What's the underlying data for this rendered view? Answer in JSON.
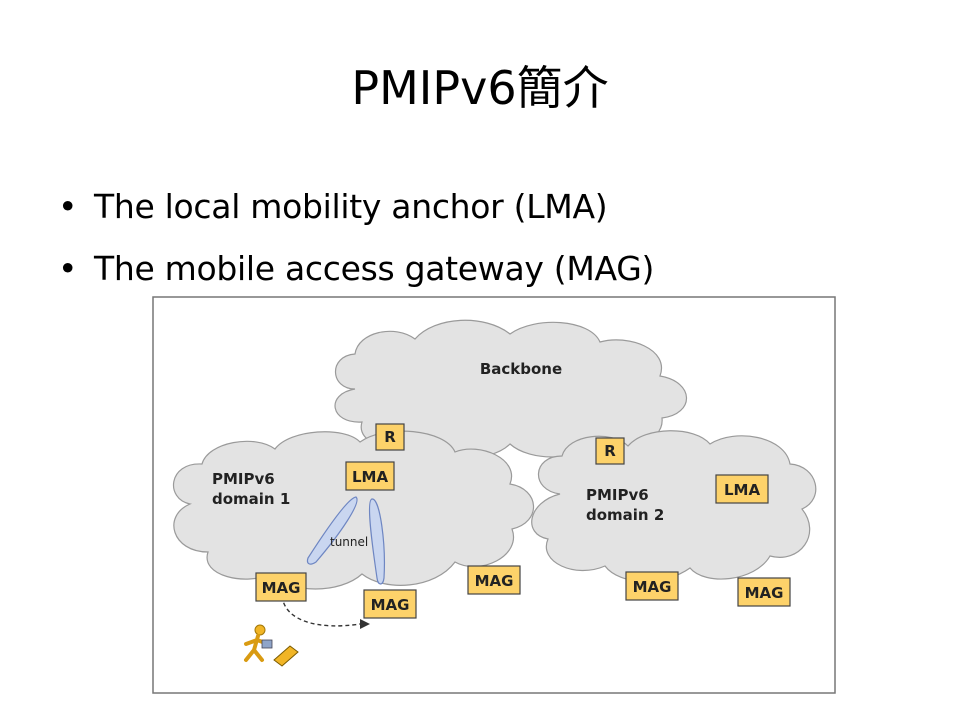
{
  "slide": {
    "title": "PMIPv6簡介",
    "bullets": [
      "The local mobility anchor (LMA)",
      "The mobile access gateway (MAG)"
    ]
  },
  "diagram": {
    "backbone": {
      "label": "Backbone"
    },
    "domain1": {
      "label_line1": "PMIPv6",
      "label_line2": "domain 1",
      "router": "R",
      "lma": "LMA",
      "tunnel_label": "tunnel",
      "mags": [
        "MAG",
        "MAG",
        "MAG"
      ]
    },
    "domain2": {
      "label_line1": "PMIPv6",
      "label_line2": "domain 2",
      "router": "R",
      "lma": "LMA",
      "mags": [
        "MAG",
        "MAG"
      ]
    },
    "colors": {
      "box_fill": "#fdd26a",
      "box_stroke": "#444444",
      "cloud_fill": "#e3e3e3",
      "cloud_stroke": "#9a9a9a",
      "tunnel_fill": "#c9d6f0",
      "tunnel_stroke": "#6e86c2",
      "frame": "#777777",
      "user": "#f1b526"
    }
  }
}
